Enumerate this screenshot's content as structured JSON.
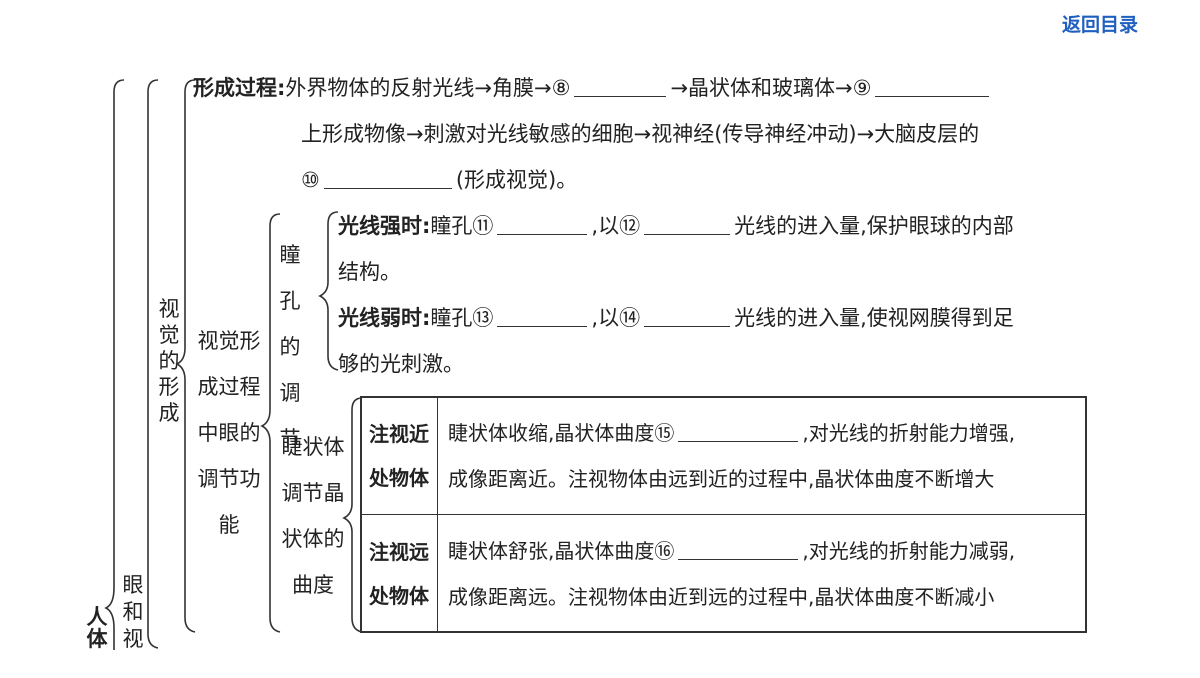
{
  "nav": {
    "back_label": "返回目录"
  },
  "levels": {
    "l1": "人体",
    "l2": "眼和视",
    "l3": "视觉的形成",
    "l4": "视觉形成过程中眼的调节功能",
    "pupil": "瞳孔的调节",
    "ciliary": "睫状体调节晶状体的曲度"
  },
  "process": {
    "label": "形成过程",
    "colon": ":",
    "line1_a": "外界物体的反射光线→角膜→⑧",
    "line1_b": "→晶状体和玻璃体→⑨",
    "line2": "上形成物像→刺激对光线敏感的细胞→视神经(传导神经冲动)→大脑皮层的",
    "line3_a": "⑩",
    "line3_b": "(形成视觉)。"
  },
  "pupil_rows": {
    "strong_label": "光线强时:",
    "strong_a": "瞳孔⑪",
    "strong_b": ",以⑫",
    "strong_c": "光线的进入量,保护眼球的内部",
    "strong_d": "结构。",
    "weak_label": "光线弱时:",
    "weak_a": "瞳孔⑬",
    "weak_b": ",以⑭",
    "weak_c": "光线的进入量,使视网膜得到足",
    "weak_d": "够的光刺激。"
  },
  "table": {
    "near_head": "注视近处物体",
    "near_a": "睫状体收缩,晶状体曲度⑮",
    "near_b": ",对光线的折射能力增强,",
    "near_c": "成像距离近。注视物体由远到近的过程中,晶状体曲度不断增大",
    "far_head": "注视远处物体",
    "far_a": "睫状体舒张,晶状体曲度⑯",
    "far_b": ",对光线的折射能力减弱,",
    "far_c": "成像距离远。注视物体由近到远的过程中,晶状体曲度不断减小"
  }
}
